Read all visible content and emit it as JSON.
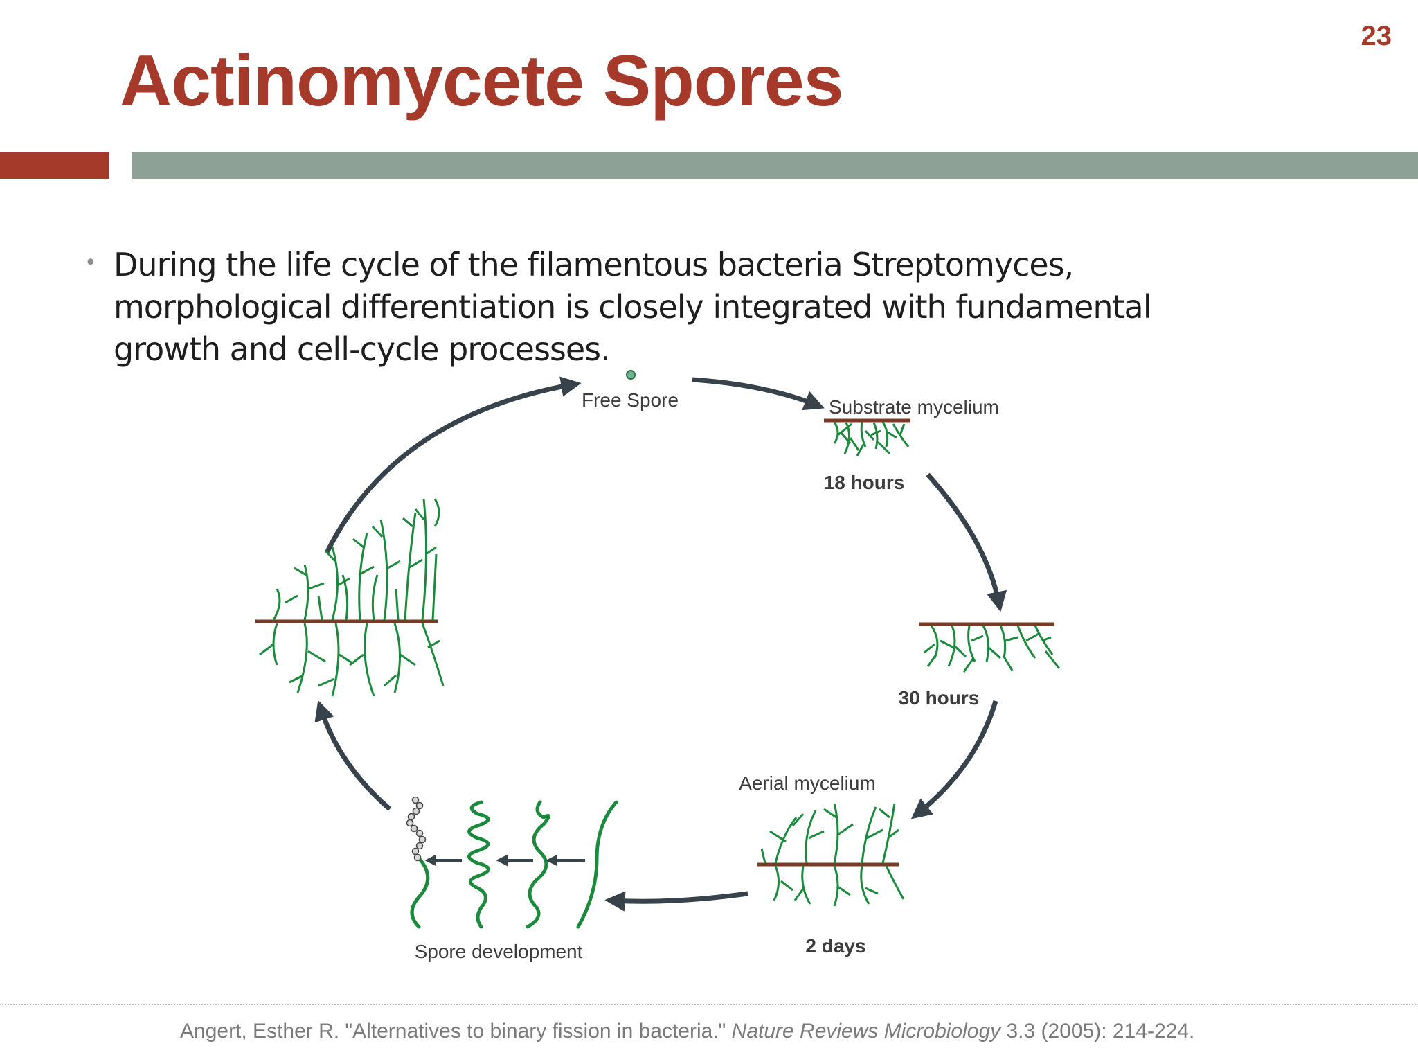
{
  "slide": {
    "number": "23",
    "title": "Actinomycete Spores",
    "bullet": "During the life cycle of the filamentous bacteria Streptomyces, morphological differentiation is closely integrated with fundamental growth and cell-cycle processes."
  },
  "diagram": {
    "free_spore": "Free Spore",
    "substrate_mycelium": "Substrate mycelium",
    "hours_18": "18 hours",
    "hours_30": "30 hours",
    "aerial_mycelium": "Aerial mycelium",
    "days_2": "2 days",
    "spore_development": "Spore development"
  },
  "citation": {
    "authors": "Angert, Esther R. \"Alternatives to binary fission in bacteria.\" ",
    "journal": "Nature Reviews Microbiology",
    "details": " 3.3 (2005): 214-224."
  },
  "colors": {
    "title": "#a53a2a",
    "accent_bar": "#a5392a",
    "rule_bar": "#8ea197",
    "filament": "#1b8a3c",
    "arrow": "#37424a",
    "substrate_line": "#7b3a24"
  }
}
